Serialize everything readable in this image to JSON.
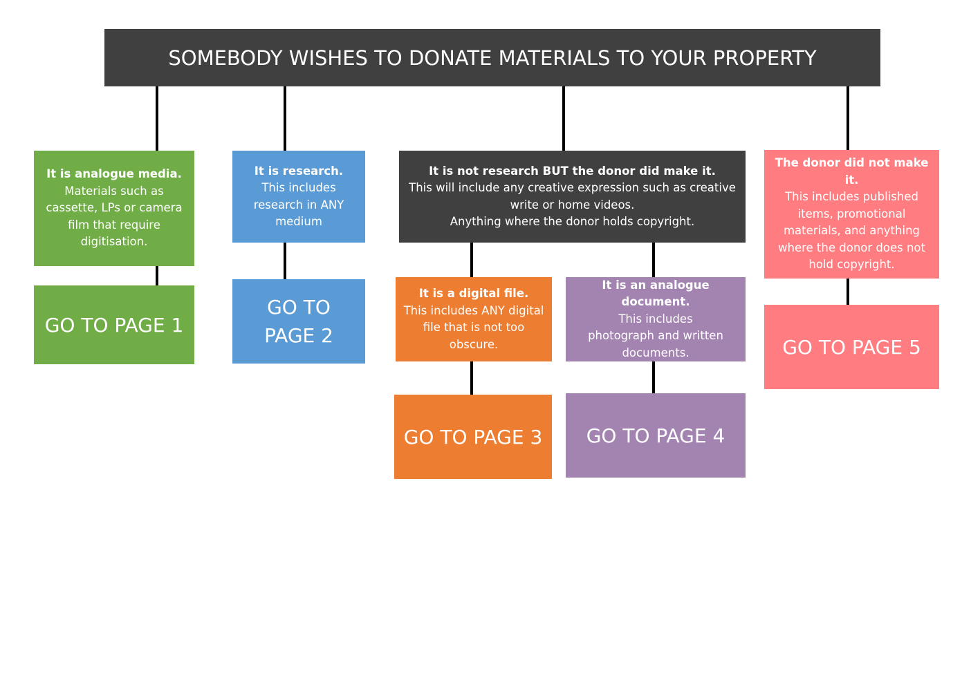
{
  "title": "SOMEBODY WISHES TO DONATE MATERIALS TO YOUR PROPERTY",
  "colors": {
    "title_bg": "#404040",
    "analogue_media": "#70ad47",
    "research": "#5b9bd5",
    "donor_made": "#404040",
    "donor_not_made": "#ff7c80",
    "digital_file": "#ed7d31",
    "analogue_document": "#a383b0",
    "connector": "#000000"
  },
  "nodes": {
    "analogue_media": {
      "head": "It is analogue media.",
      "body": "Materials such as cassette, LPs or camera film that require digitisation."
    },
    "research": {
      "head": "It is research.",
      "body": "This includes research in ANY medium"
    },
    "donor_made": {
      "head": "It is not research BUT the donor did make it.",
      "body": "This will include any creative expression such as creative write or home videos.\nAnything where the donor holds copyright."
    },
    "donor_not_made": {
      "head": "The donor did not make it.",
      "body": "This includes published items, promotional materials, and anything where the donor does not hold copyright."
    },
    "digital_file": {
      "head": "It is a digital file.",
      "body": "This includes ANY digital file that is not too obscure."
    },
    "analogue_document": {
      "head": "It is an analogue document.",
      "body": "This includes photograph and written documents."
    }
  },
  "pages": {
    "page1": "GO TO PAGE 1",
    "page2": "GO TO PAGE 2",
    "page3": "GO TO PAGE 3",
    "page4": "GO TO PAGE 4",
    "page5": "GO TO PAGE 5"
  }
}
